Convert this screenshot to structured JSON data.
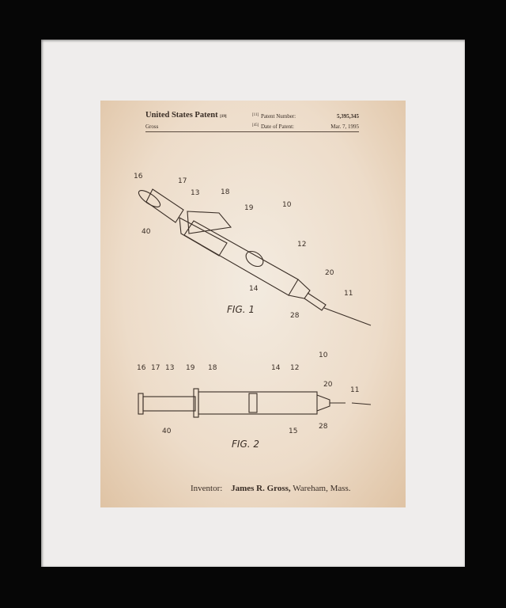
{
  "header": {
    "title": "United States Patent",
    "title_code": "[19]",
    "inventor_short": "Gross",
    "patent_number_code": "[11]",
    "patent_number_label": "Patent Number:",
    "patent_number": "5,395,345",
    "date_code": "[45]",
    "date_label": "Date of Patent:",
    "date": "Mar. 7, 1995"
  },
  "fig1": {
    "caption": "FIG. 1",
    "labels": [
      "16",
      "17",
      "13",
      "18",
      "19",
      "10",
      "40",
      "12",
      "14",
      "20",
      "11",
      "28"
    ]
  },
  "fig2": {
    "caption": "FIG. 2",
    "labels": [
      "16",
      "17",
      "13",
      "19",
      "18",
      "14",
      "12",
      "10",
      "20",
      "11",
      "40",
      "15",
      "28"
    ]
  },
  "footer": {
    "inventor_label": "Inventor:",
    "inventor_name": "James R. Gross,",
    "inventor_location": "Wareham, Mass."
  }
}
